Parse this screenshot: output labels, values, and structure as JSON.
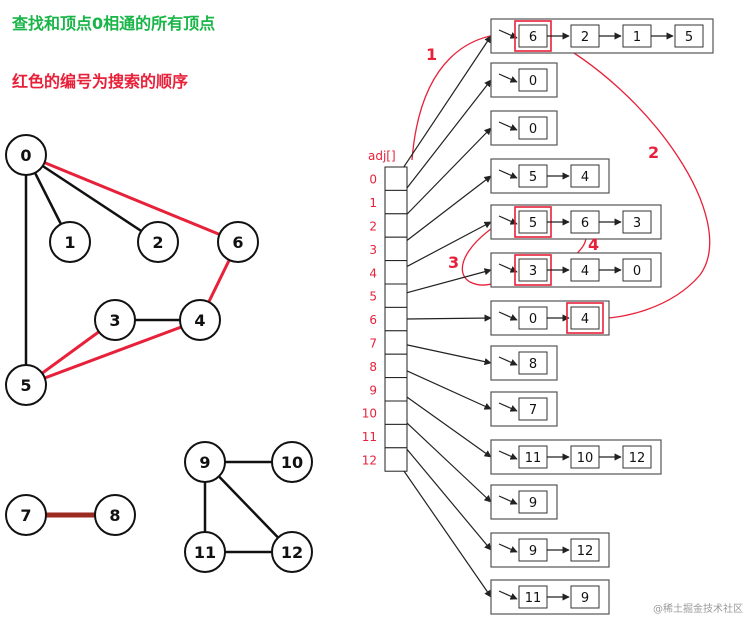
{
  "title": "查找和顶点0相通的所有顶点",
  "subtitle": "红色的编号为搜索的顺序",
  "watermark": "@稀土掘金技术社区",
  "colors": {
    "red": "#e8213a",
    "green": "#19b548",
    "dark_red_edge": "#9b2a1f"
  },
  "graph": {
    "vertices": [
      "0",
      "1",
      "2",
      "3",
      "4",
      "5",
      "6",
      "7",
      "8",
      "9",
      "10",
      "11",
      "12"
    ],
    "edges": [
      {
        "from": "0",
        "to": "1",
        "highlight": false
      },
      {
        "from": "0",
        "to": "2",
        "highlight": false
      },
      {
        "from": "0",
        "to": "5",
        "highlight": false
      },
      {
        "from": "0",
        "to": "6",
        "highlight": true
      },
      {
        "from": "6",
        "to": "4",
        "highlight": true
      },
      {
        "from": "4",
        "to": "5",
        "highlight": true
      },
      {
        "from": "3",
        "to": "5",
        "highlight": true
      },
      {
        "from": "3",
        "to": "4",
        "highlight": false
      },
      {
        "from": "7",
        "to": "8",
        "highlight": "dark"
      },
      {
        "from": "9",
        "to": "10",
        "highlight": false
      },
      {
        "from": "9",
        "to": "11",
        "highlight": false
      },
      {
        "from": "9",
        "to": "12",
        "highlight": false
      },
      {
        "from": "11",
        "to": "12",
        "highlight": false
      }
    ]
  },
  "adj": {
    "label": "adj[]",
    "indices": [
      "0",
      "1",
      "2",
      "3",
      "4",
      "5",
      "6",
      "7",
      "8",
      "9",
      "10",
      "11",
      "12"
    ],
    "lists": [
      [
        "6",
        "2",
        "1",
        "5"
      ],
      [
        "0"
      ],
      [
        "0"
      ],
      [
        "5",
        "4"
      ],
      [
        "5",
        "6",
        "3"
      ],
      [
        "3",
        "4",
        "0"
      ],
      [
        "0",
        "4"
      ],
      [
        "8"
      ],
      [
        "7"
      ],
      [
        "11",
        "10",
        "12"
      ],
      [
        "9"
      ],
      [
        "9",
        "12"
      ],
      [
        "11",
        "9"
      ]
    ],
    "highlighted": [
      [
        0,
        0
      ],
      [
        4,
        0
      ],
      [
        5,
        0
      ],
      [
        6,
        1
      ]
    ]
  },
  "search_order_labels": [
    "1",
    "2",
    "3",
    "4"
  ]
}
